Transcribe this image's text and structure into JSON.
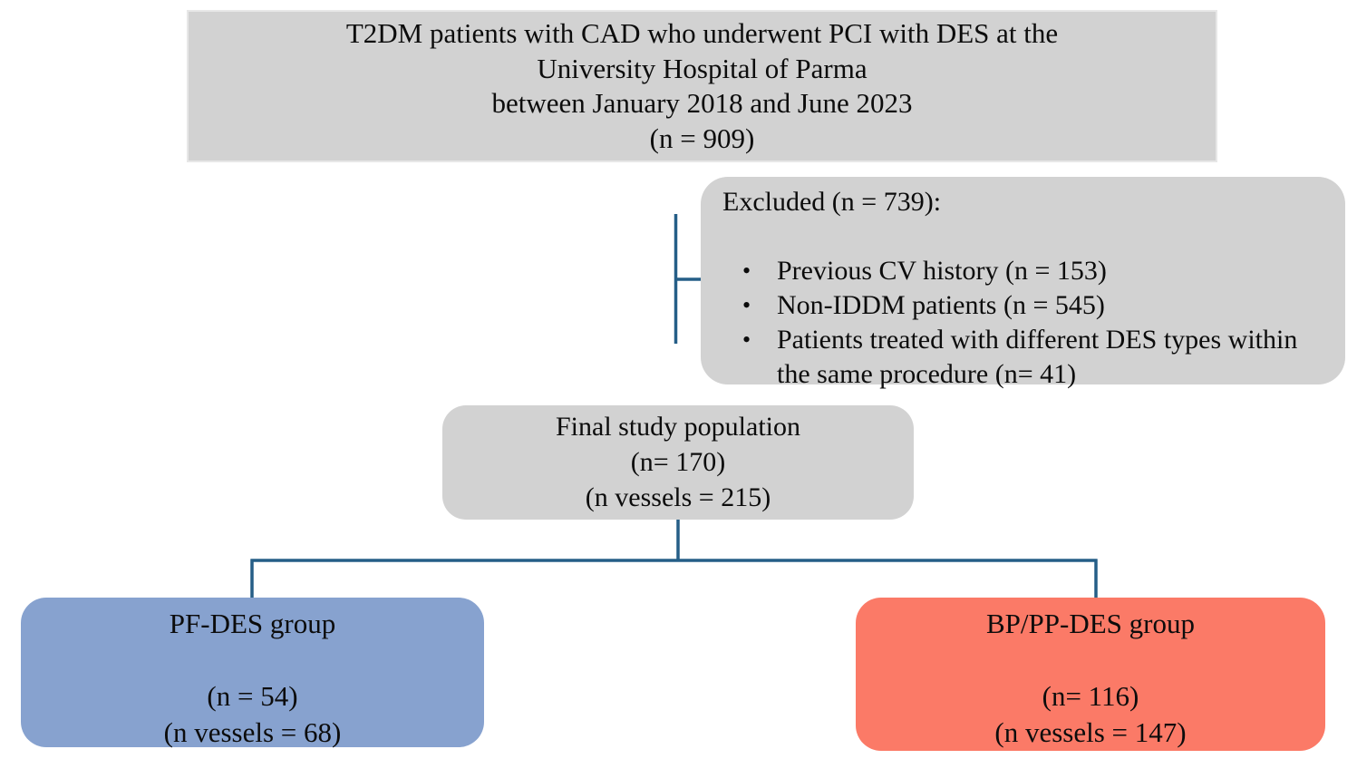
{
  "diagram": {
    "top_box": {
      "lines": [
        "T2DM patients with CAD who underwent PCI with DES at the",
        "University Hospital of Parma",
        "between January 2018 and June 2023",
        "(n = 909)"
      ]
    },
    "excluded_box": {
      "title": "Excluded (n = 739):",
      "bullet_glyph": "•",
      "bullets": [
        "Previous CV history (n = 153)",
        "Non-IDDM patients (n = 545)",
        "Patients treated with different DES types within the same procedure (n= 41)"
      ]
    },
    "final_box": {
      "lines": [
        "Final study population",
        "(n= 170)",
        "(n vessels = 215)"
      ]
    },
    "pf_des_box": {
      "title": "PF-DES group",
      "lines": [
        "(n = 54)",
        "(n vessels = 68)"
      ]
    },
    "bp_pp_des_box": {
      "title": "BP/PP-DES group",
      "lines": [
        "(n= 116)",
        "(n vessels = 147)"
      ]
    },
    "colors": {
      "grey_box": "#d2d2d2",
      "blue_box": "#87a2cf",
      "red_box": "#fb7a67",
      "connector_line": "#255e87",
      "text": "#0c0c0c"
    }
  }
}
